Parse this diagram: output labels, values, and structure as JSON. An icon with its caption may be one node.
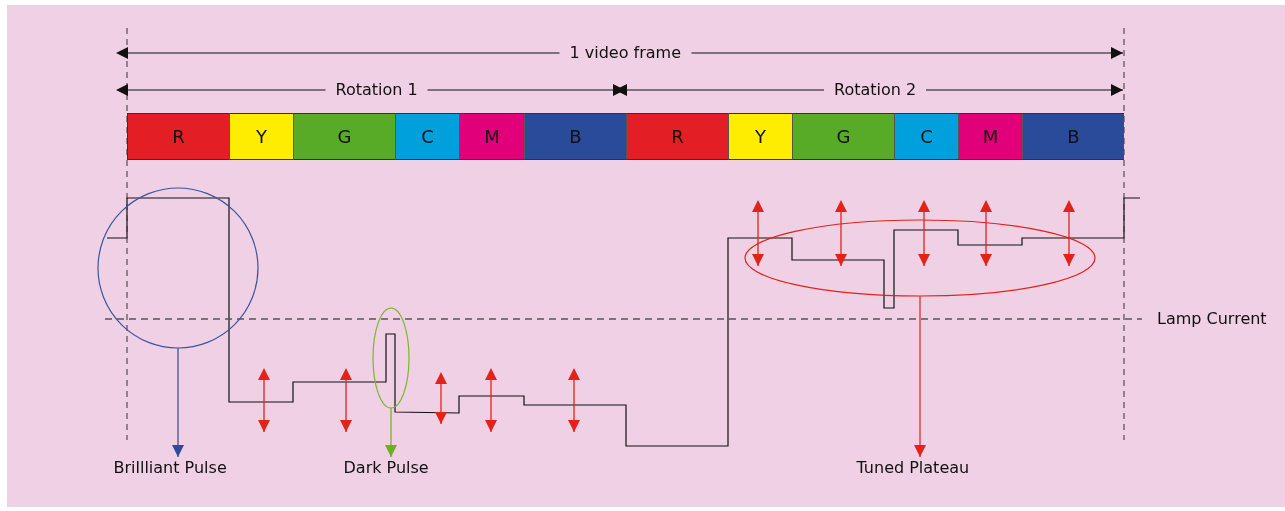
{
  "diagram": {
    "nodes": [
      {
        "text": [
          "R"
        ]
      },
      {
        "text": [
          "Y"
        ]
      },
      {
        "text": [
          "G"
        ]
      },
      {
        "text": [
          "C"
        ]
      },
      {
        "text": [
          "M"
        ]
      },
      {
        "text": [
          "B"
        ]
      },
      {
        "text": [
          "R"
        ]
      },
      {
        "text": [
          "Y"
        ]
      },
      {
        "text": [
          "G"
        ]
      },
      {
        "text": [
          "C"
        ]
      },
      {
        "text": [
          "M"
        ]
      },
      {
        "text": [
          "B"
        ]
      },
      {
        "text": [],
        "shape": "circle"
      },
      {
        "text": [],
        "shape": "ellipse"
      },
      {
        "text": [],
        "shape": "ellipse"
      },
      {
        "text": [
          "Brillliant Pulse"
        ]
      },
      {
        "text": [
          "Dark Pulse"
        ]
      },
      {
        "text": [
          "Tuned Plateau"
        ]
      }
    ],
    "edges": [
      {
        "from": 12,
        "to": 15,
        "arrow": "to",
        "color": "#2e4a9a"
      },
      {
        "from": 13,
        "to": 16,
        "arrow": "to",
        "color": "#6ab023"
      },
      {
        "from": 14,
        "to": 17,
        "arrow": "to",
        "color": "#e32219"
      }
    ],
    "labels": [
      "1 video frame",
      "Rotation 1",
      "Rotation 2",
      "Lamp Current"
    ]
  }
}
